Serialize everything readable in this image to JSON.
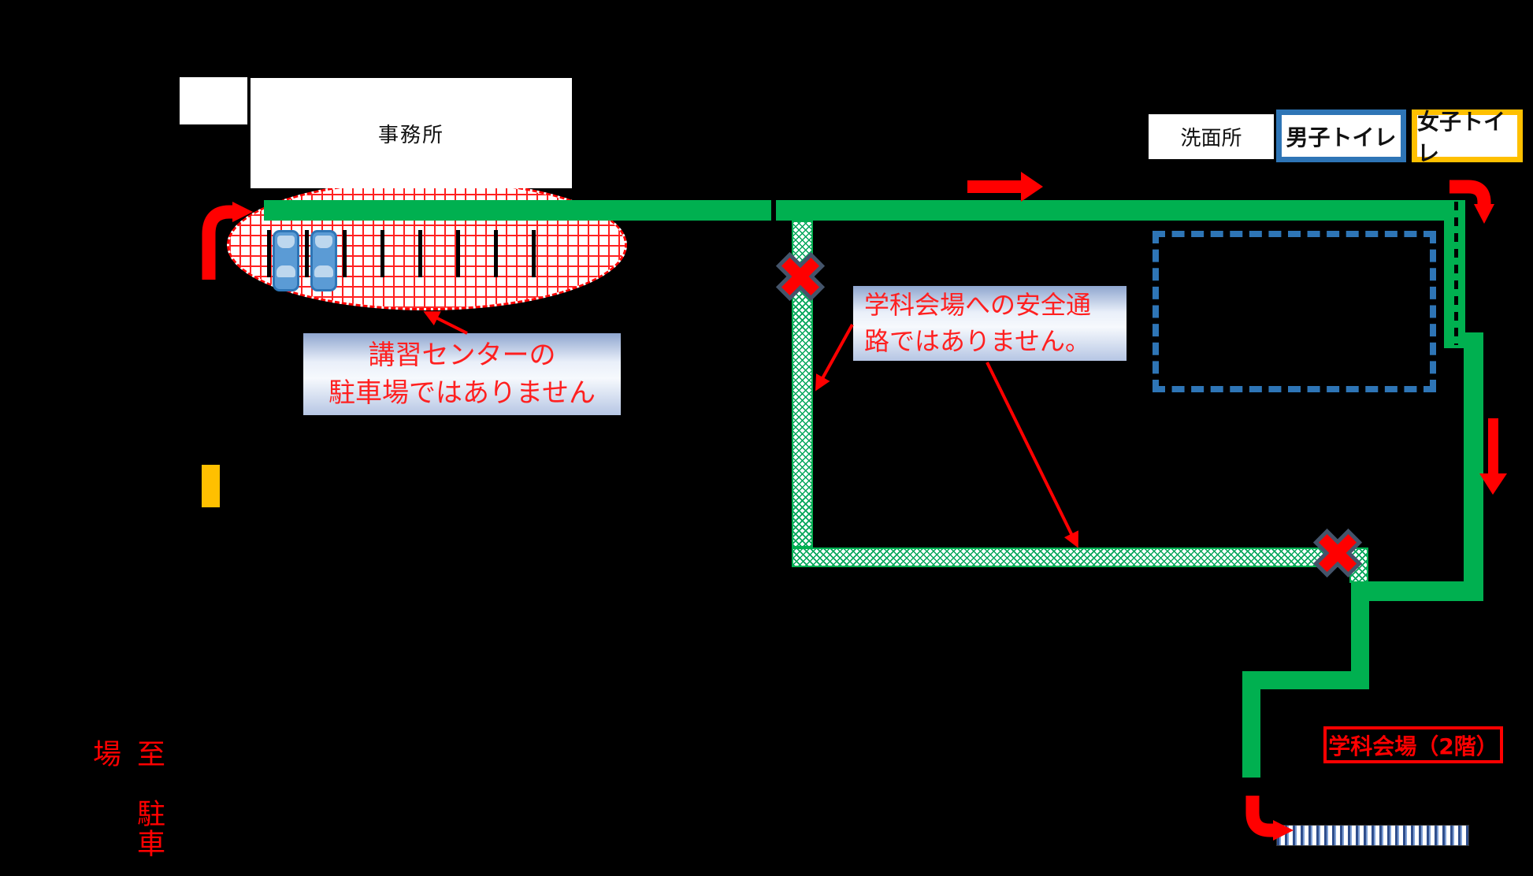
{
  "canvas": {
    "bg": "#000000"
  },
  "colors": {
    "route_green": "#00B050",
    "hatch_green": "#00A65A",
    "arrow_red": "#FF0000",
    "warning_text_red": "#FF2020",
    "x_mark_red": "#FF0000",
    "x_mark_outline": "#44546A",
    "mens_toilet_border": "#2E75B6",
    "womens_toilet_border": "#FFC000",
    "restricted_outline_blue": "#2E75B6",
    "highlight_yellow": "#FFC000",
    "no_parking_grid_red": "#FF2020",
    "stairs_stripe_blue": "#2F4E8C",
    "car_blue": "#5B9BD5"
  },
  "buildings": {
    "office": {
      "label": "事務所"
    },
    "washroom": {
      "label": "洗面所"
    },
    "mens_toilet": {
      "label": "男子トイレ"
    },
    "womens_toilet": {
      "label": "女子トイレ"
    }
  },
  "warnings": {
    "parking": {
      "line1": "講習センターの",
      "line2": "駐車場ではありません"
    },
    "passage": {
      "line1": "学科会場への安全通",
      "line2": "路ではありません。"
    }
  },
  "destinations": {
    "lecture_hall": {
      "label": "学科会場（2階）"
    },
    "to_parking": {
      "label": "至　駐車場"
    }
  },
  "icons": {
    "entry_arrow": "red-elbow-arrow-up-then-right",
    "route_arrow_east": "red-arrow-right",
    "route_arrow_corner": "red-elbow-arrow-right-then-down",
    "route_arrow_south": "red-arrow-down",
    "stairs_arrow": "red-elbow-arrow-down-then-right",
    "no_entry": "red-x-mark-navy-outline",
    "car": "blue-car-top-view",
    "stairs": "blue-striped-stairs-bar",
    "pointer": "thin-red-pointer-arrow"
  }
}
